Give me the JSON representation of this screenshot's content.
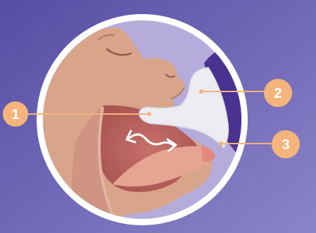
{
  "colors": {
    "background_left": "#5a52a6",
    "background_right": "#8a80c8",
    "circle_ring": "#ffffff",
    "circle_inner": "#b3a8d8",
    "skin": "#d8a48a",
    "skin_shadow": "#c48e76",
    "mouth_cavity": "#b35a55",
    "tongue": "#e09a8a",
    "nipple": "#ececf2",
    "bottle": "#5b3f9a",
    "bottle_dark": "#3f2a78",
    "callout": "#f5b47c"
  },
  "icons": {
    "motion": "double-headed-wavy-arrow-icon"
  },
  "callouts": [
    {
      "number": "1"
    },
    {
      "number": "2"
    },
    {
      "number": "3"
    }
  ]
}
